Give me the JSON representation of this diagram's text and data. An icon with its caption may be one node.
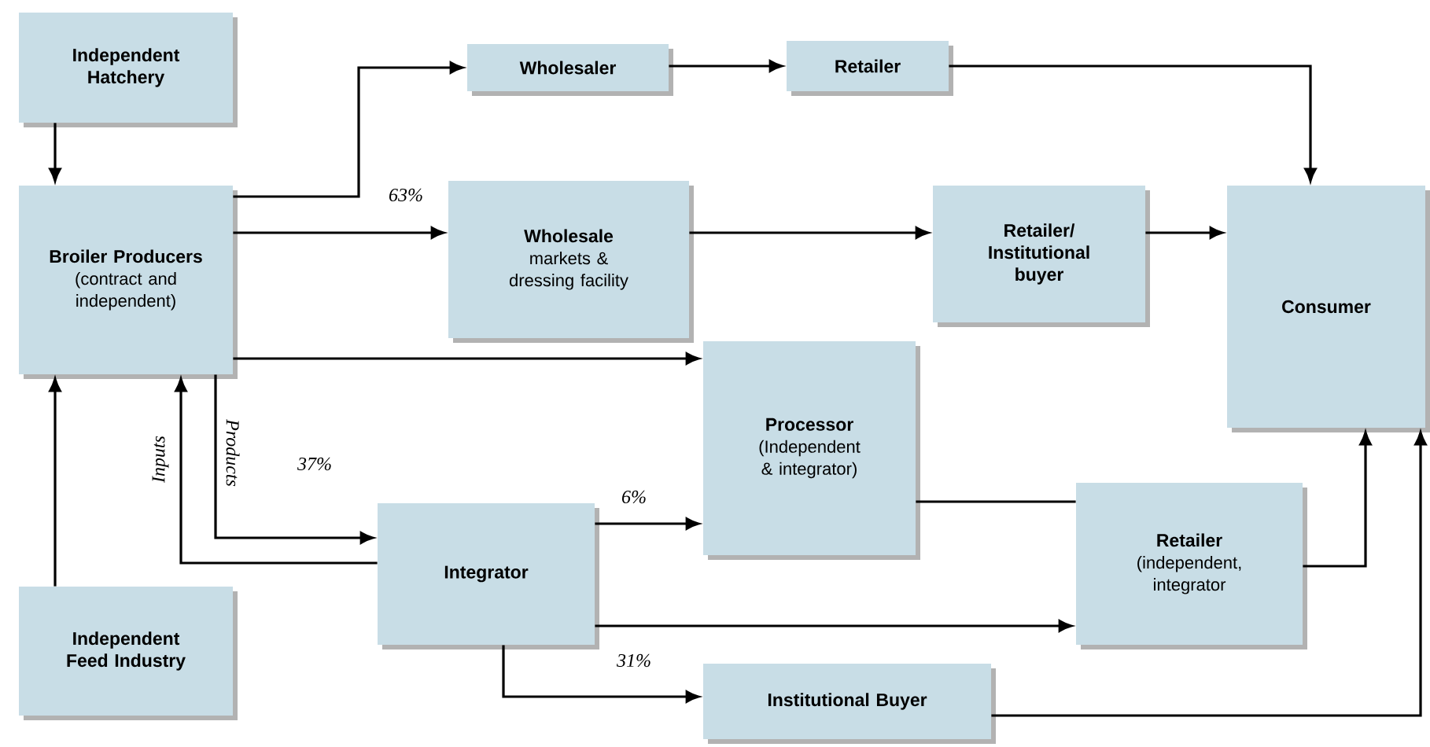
{
  "diagram": {
    "nodes": [
      {
        "text": [
          "Independent Hatchery"
        ]
      },
      {
        "text": [
          "Broiler Producers",
          "(contract and independent)"
        ]
      },
      {
        "text": [
          "Wholesaler"
        ]
      },
      {
        "text": [
          "Retailer"
        ]
      },
      {
        "text": [
          "Wholesale",
          "markets & dressing facility"
        ]
      },
      {
        "text": [
          "Retailer/ Institutional buyer"
        ]
      },
      {
        "text": [
          "Consumer"
        ]
      },
      {
        "text": [
          "Processor",
          "(Independent & integrator)"
        ]
      },
      {
        "text": [
          "Integrator"
        ]
      },
      {
        "text": [
          "Retailer",
          "(independent, integrator"
        ]
      },
      {
        "text": [
          "Independent Feed Industry"
        ]
      },
      {
        "text": [
          "Institutional Buyer"
        ]
      }
    ],
    "edges": [
      {
        "from": 0,
        "to": 1,
        "arrow": "to"
      },
      {
        "from": 1,
        "to": 2,
        "arrow": "to"
      },
      {
        "from": 1,
        "to": 4,
        "arrow": "to",
        "label": "63%"
      },
      {
        "from": 1,
        "to": 7,
        "arrow": "to"
      },
      {
        "from": 2,
        "to": 3,
        "arrow": "to"
      },
      {
        "from": 3,
        "to": 6,
        "arrow": "to"
      },
      {
        "from": 4,
        "to": 5,
        "arrow": "to"
      },
      {
        "from": 5,
        "to": 6,
        "arrow": "to"
      },
      {
        "from": 1,
        "to": 8,
        "arrow": "to",
        "label": "Products"
      },
      {
        "from": 8,
        "to": 1,
        "arrow": "to",
        "label": "Inputs"
      },
      {
        "from": 10,
        "to": 1,
        "arrow": "to"
      },
      {
        "from": 8,
        "to": 7,
        "arrow": "to",
        "label": "6%"
      },
      {
        "from": 7,
        "to": 9,
        "arrow": "none"
      },
      {
        "from": 8,
        "to": 9,
        "arrow": "to"
      },
      {
        "from": 8,
        "to": 11,
        "arrow": "to",
        "label": "31%"
      },
      {
        "from": 9,
        "to": 6,
        "arrow": "to"
      },
      {
        "from": 11,
        "to": 6,
        "arrow": "to"
      }
    ],
    "labels": [
      "37%"
    ]
  }
}
